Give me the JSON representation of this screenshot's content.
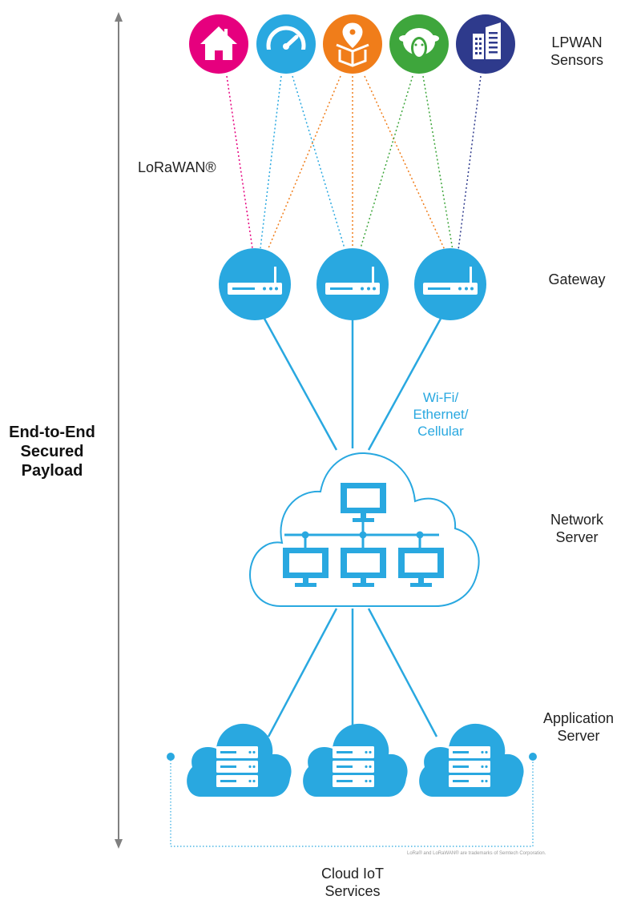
{
  "labels": {
    "lpwan_sensors_line1": "LPWAN",
    "lpwan_sensors_line2": "Sensors",
    "lorawan": "LoRaWAN®",
    "gateway": "Gateway",
    "backhaul_line1": "Wi-Fi/",
    "backhaul_line2": "Ethernet/",
    "backhaul_line3": "Cellular",
    "network_server_line1": "Network",
    "network_server_line2": "Server",
    "application_server_line1": "Application",
    "application_server_line2": "Server",
    "cloud_services_line1": "Cloud IoT",
    "cloud_services_line2": "Services",
    "security_line1": "End-to-End",
    "security_line2": "Secured",
    "security_line3": "Payload",
    "trademark": "LoRa® and LoRaWAN® are trademarks of Semtech Corporation."
  },
  "sensors": [
    {
      "icon": "house-icon",
      "color": "#e6007e"
    },
    {
      "icon": "gauge-icon",
      "color": "#29a8e0"
    },
    {
      "icon": "package-location-icon",
      "color": "#f07d1a"
    },
    {
      "icon": "sheep-icon",
      "color": "#3ea63c"
    },
    {
      "icon": "building-icon",
      "color": "#2e3a8c"
    }
  ],
  "colors": {
    "accent": "#29a8e0",
    "line": "#29a8e0",
    "arrow": "#808080"
  }
}
